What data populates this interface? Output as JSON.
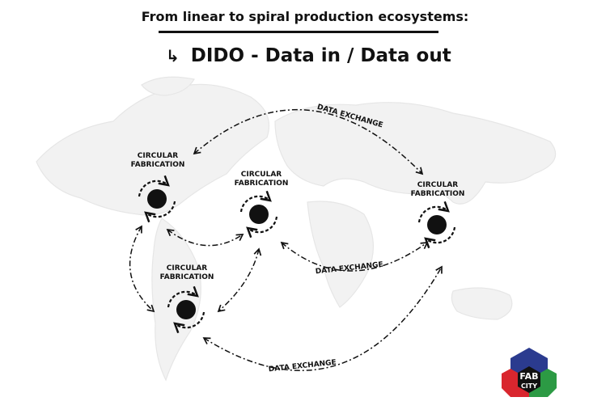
{
  "header": {
    "title": "From linear to spiral production ecosystems:",
    "subtitle_arrow": "↳",
    "subtitle": "DIDO - Data in / Data out"
  },
  "nodes": [
    {
      "label_line1": "CIRCULAR",
      "label_line2": "FABRICATION"
    },
    {
      "label_line1": "CIRCULAR",
      "label_line2": "FABRICATION"
    },
    {
      "label_line1": "CIRCULAR",
      "label_line2": "FABRICATION"
    },
    {
      "label_line1": "CIRCULAR",
      "label_line2": "FABRICATION"
    }
  ],
  "edges": {
    "top": "DATA EXCHANGE",
    "middle": "DATA EXCHANGE",
    "bottom": "DATA EXCHANGE"
  },
  "logo": {
    "line1": "FAB",
    "line2": "CITY",
    "colors": {
      "top": "#2b3b8f",
      "left": "#d9262e",
      "right": "#2c9a44"
    }
  }
}
